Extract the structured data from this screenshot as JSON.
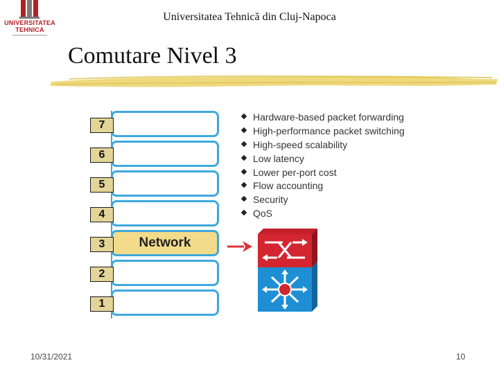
{
  "logo": {
    "line1": "UNIVERSITATEA",
    "line2": "TEHNICA",
    "brand_color": "#b51f24"
  },
  "header": {
    "university": "Universitatea Tehnică din Cluj-Napoca"
  },
  "title": "Comutare Nivel 3",
  "stack": {
    "layers": [
      {
        "number": "7",
        "label": ""
      },
      {
        "number": "6",
        "label": ""
      },
      {
        "number": "5",
        "label": ""
      },
      {
        "number": "4",
        "label": ""
      },
      {
        "number": "3",
        "label": "Network"
      },
      {
        "number": "2",
        "label": ""
      },
      {
        "number": "1",
        "label": ""
      }
    ],
    "highlight_color": "#f2dc8b",
    "border_color": "#3ea8dc"
  },
  "features": [
    "Hardware-based packet forwarding",
    "High-performance packet switching",
    "High-speed scalability",
    "Low latency",
    "Lower per-port cost",
    "Flow accounting",
    "Security",
    "QoS"
  ],
  "icons": {
    "arrow": "right-arrow-icon",
    "device": "layer3-switch-icon"
  },
  "footer": {
    "date": "10/31/2021",
    "page": "10"
  }
}
